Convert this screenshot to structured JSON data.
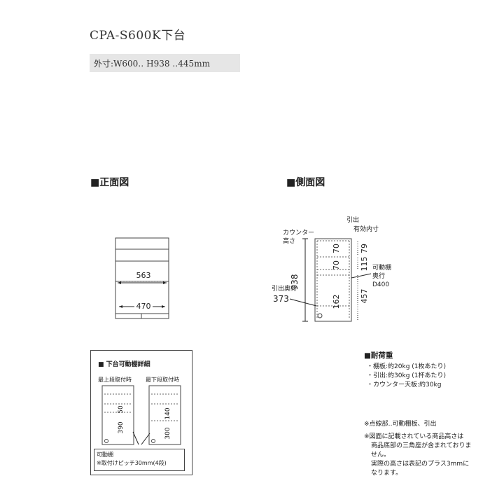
{
  "title": "CPA-S600K下台",
  "dimensions": "外寸:W600‥ H938 ‥445mm",
  "front_view": {
    "heading": "■正面図",
    "width_upper": "563",
    "width_lower": "470"
  },
  "side_view": {
    "heading": "■側面図",
    "counter_label_1": "カウンター",
    "counter_label_2": "高さ",
    "drawer_label_1": "引出",
    "drawer_label_2": "有効内寸",
    "height_total": "938",
    "dim_70a": "70",
    "dim_70b": "70",
    "dim_79": "79",
    "dim_115": "115",
    "dim_457": "457",
    "dim_162": "162",
    "shelf_label_1": "可動棚",
    "shelf_label_2": "奥行",
    "shelf_label_3": "D400",
    "drawer_depth_label": "引出奥行",
    "drawer_depth": "373"
  },
  "detail": {
    "heading": "■ 下台可動棚詳細",
    "top_label": "最上段取付時",
    "bottom_label": "最下段取付時",
    "dim_50": "50",
    "dim_390": "390",
    "dim_140": "140",
    "dim_300": "300",
    "note_1": "可動棚",
    "note_2": "※取付けピッチ30mm(4段)"
  },
  "load": {
    "heading": "■耐荷重",
    "items": [
      "・棚板:約20kg (1枚あたり)",
      "・引出:約30kg (1杯あたり)",
      "・カウンター天板:約30kg"
    ]
  },
  "notes": [
    "※点線部‥可動棚板、引出",
    "※図面に記載されている商品高さは",
    "商品底部の三角座が含まれておりま",
    "せん。",
    "実際の高さは表記のプラス3mmに",
    "なります。"
  ]
}
